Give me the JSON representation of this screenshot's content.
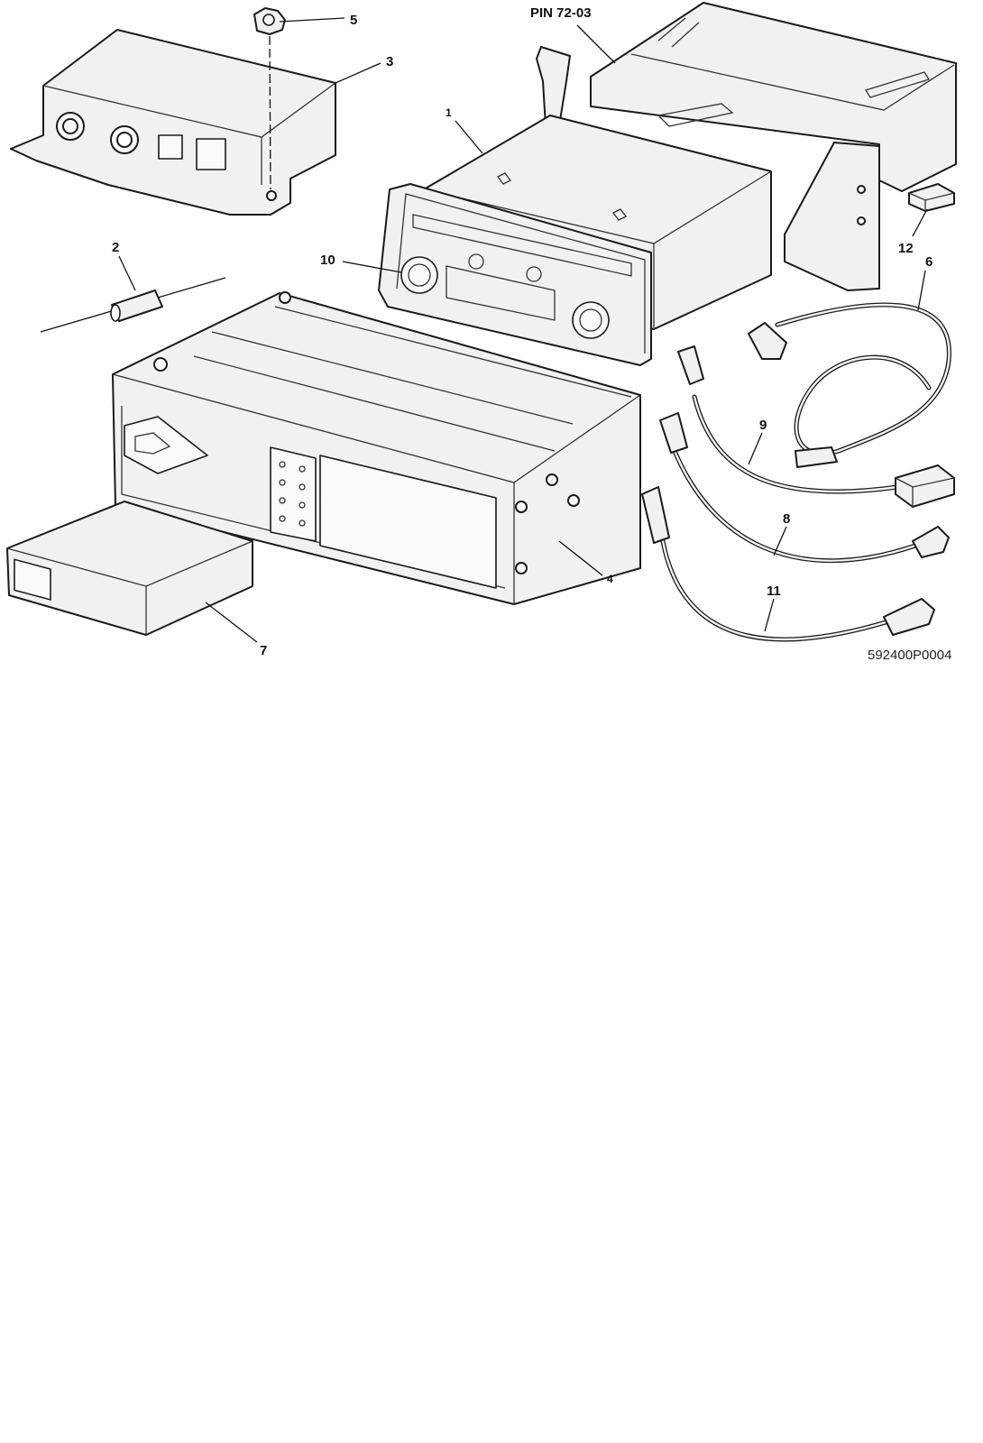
{
  "diagram": {
    "reference_note": "PIN 72-03",
    "drawing_number": "592400P0004",
    "callouts": {
      "c1": "1",
      "c2": "2",
      "c3": "3",
      "c4": "4",
      "c5": "5",
      "c6": "6",
      "c7": "7",
      "c8": "8",
      "c9": "9",
      "c10": "10",
      "c11": "11",
      "c12": "12"
    }
  }
}
